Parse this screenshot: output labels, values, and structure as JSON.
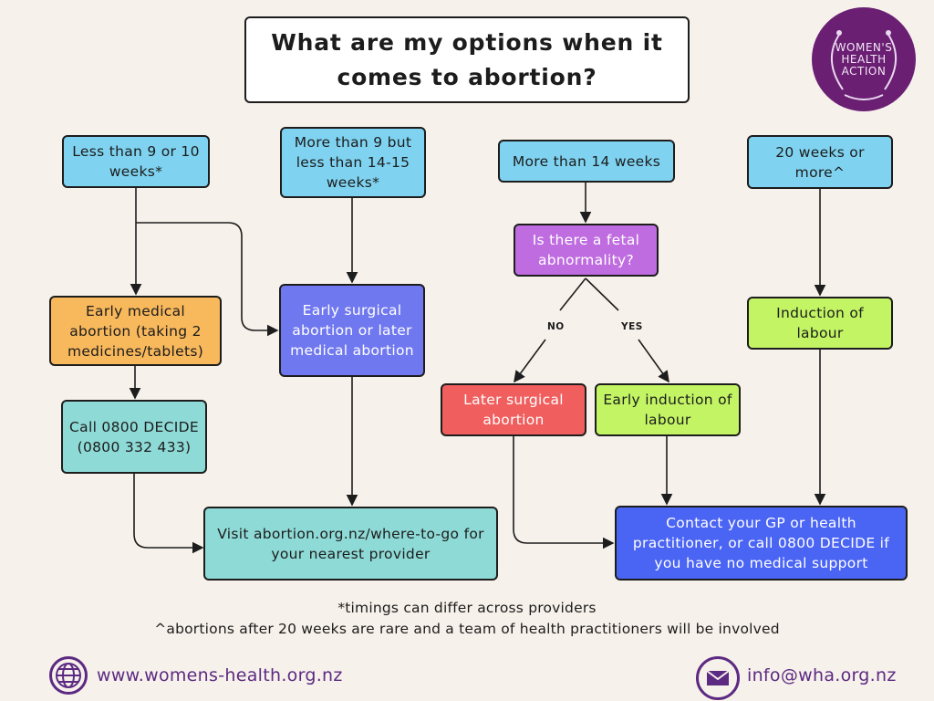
{
  "title": "What are my options when it comes to abortion?",
  "logo": {
    "text": "WOMEN'S HEALTH ACTION"
  },
  "nodes": {
    "start_1": "Less than 9 or 10 weeks*",
    "start_2": "More than 9 but less than 14-15 weeks*",
    "start_3": "More than 14 weeks",
    "start_4": "20 weeks or more^",
    "early_medical": "Early medical abortion (taking 2 medicines/tablets)",
    "call_decide": "Call 0800 DECIDE (0800 332 433)",
    "early_surgical": "Early surgical abortion or later medical abortion",
    "fetal_question": "Is there a fetal abnormality?",
    "later_surgical": "Later surgical abortion",
    "early_induction": "Early induction of labour",
    "induction": "Induction of labour",
    "visit": "Visit abortion.org.nz/where-to-go for your nearest provider",
    "contact_gp": "Contact your GP or health practitioner, or call 0800 DECIDE if you have no medical support"
  },
  "labels": {
    "no": "NO",
    "yes": "YES"
  },
  "notes": {
    "line1": "*timings can differ across providers",
    "line2": "^abortions after 20 weeks are rare and a team of health practitioners will be involved"
  },
  "footer": {
    "website": "www.womens-health.org.nz",
    "website_icon": "globe-icon",
    "email": "info@wha.org.nz",
    "email_icon": "envelope-icon"
  },
  "colors": {
    "background": "#f6f1ea",
    "cyan": "#7fd3f0",
    "teal": "#8edad6",
    "orange": "#f8b85c",
    "indigo": "#7078f0",
    "violet": "#bf6ce0",
    "red": "#f05e5e",
    "lime": "#c2f464",
    "blue": "#4a64f4",
    "brand_purple": "#5c2a82"
  }
}
